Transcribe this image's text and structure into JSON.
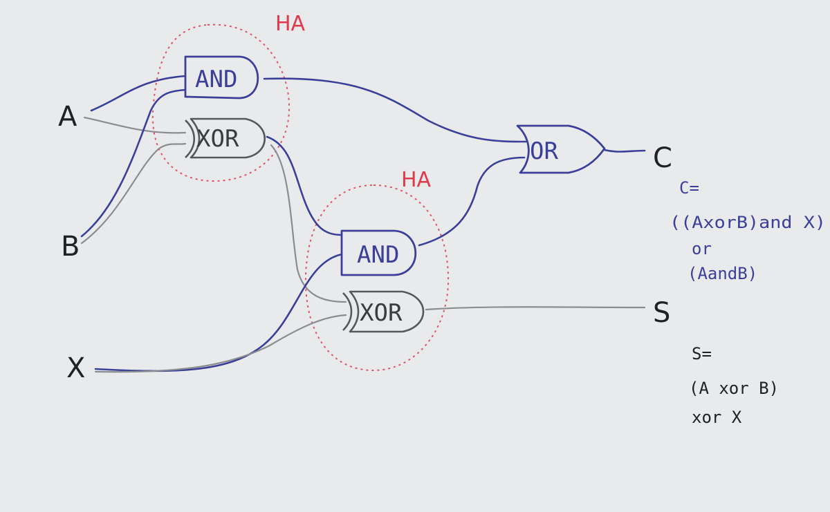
{
  "inputs": {
    "a": "A",
    "b": "B",
    "x": "X"
  },
  "outputs": {
    "c": "C",
    "s": "S"
  },
  "gates": {
    "and1": "AND",
    "xor1": "XOR",
    "or1": "OR",
    "and2": "AND",
    "xor2": "XOR"
  },
  "half_adders": {
    "ha1": "HA",
    "ha2": "HA"
  },
  "equations": {
    "carry": [
      "C=",
      "((AxorB)and X)",
      "or",
      "(AandB)"
    ],
    "sum": [
      "S=",
      "(A xor B)",
      "xor X"
    ]
  },
  "colors": {
    "paper": "#e9eaec",
    "blue_ink": "#3b3f9a",
    "gray_ink": "#8a8c90",
    "red_ink": "#e03a4a"
  }
}
